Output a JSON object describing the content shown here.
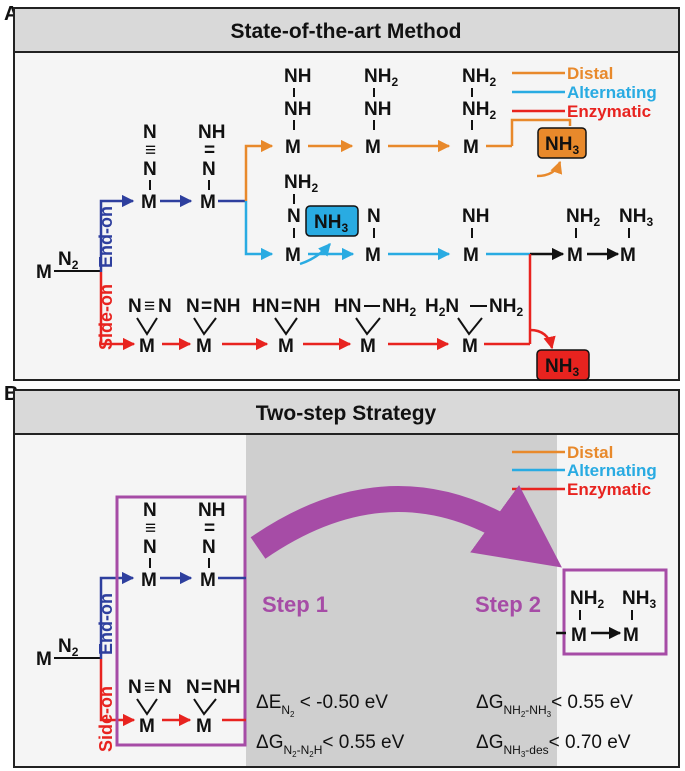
{
  "panels": {
    "a": {
      "letter": "A",
      "title": "State-of-the-art Method"
    },
    "b": {
      "letter": "B",
      "title": "Two-step Strategy"
    }
  },
  "legend": {
    "distal": "Distal",
    "alternating": "Alternating",
    "enzymatic": "Enzymatic"
  },
  "routes": {
    "end_on": "End-on",
    "side_on": "Side-on"
  },
  "species": {
    "metal": "M",
    "n2": "N",
    "n2_sub": "2",
    "n": "N",
    "nh": "NH",
    "nh2": "NH",
    "nh2_sub": "2",
    "nh3": "NH",
    "nh3_sub": "3",
    "triple": "≡",
    "double": "=",
    "hn": "HN",
    "h2n": "H",
    "h2n_sub": "2",
    "h2n_tail": "N"
  },
  "products": {
    "nh3": "NH",
    "nh3_sub": "3"
  },
  "steps": {
    "step1": "Step 1",
    "step2": "Step 2"
  },
  "criteria": {
    "c1": {
      "symbol": "ΔE",
      "sub": "N",
      "subsub": "2",
      "rel": " < -0.50 eV"
    },
    "c2": {
      "symbol": "ΔG",
      "sub": "N",
      "subsub": "2",
      "sub_tail": "-N",
      "sub_tail2": "2",
      "sub_tail3": "H",
      "rel": "< 0.55 eV"
    },
    "c3": {
      "symbol": "ΔG",
      "sub": "NH",
      "subsub": "2",
      "sub_tail": "-NH",
      "sub_tail2": "3",
      "rel": "< 0.55 eV"
    },
    "c4": {
      "symbol": "ΔG",
      "sub": "NH",
      "subsub": "3",
      "sub_tail": "-des",
      "rel": "< 0.70 eV"
    }
  },
  "colors": {
    "distal": "#e8892b",
    "alternating": "#29abe2",
    "enzymatic": "#e8231f",
    "end_on": "#2e3f9e",
    "highlight": "#a64ca6",
    "panel_header": "#d9d9d9",
    "shade": "#cfcfcf"
  }
}
